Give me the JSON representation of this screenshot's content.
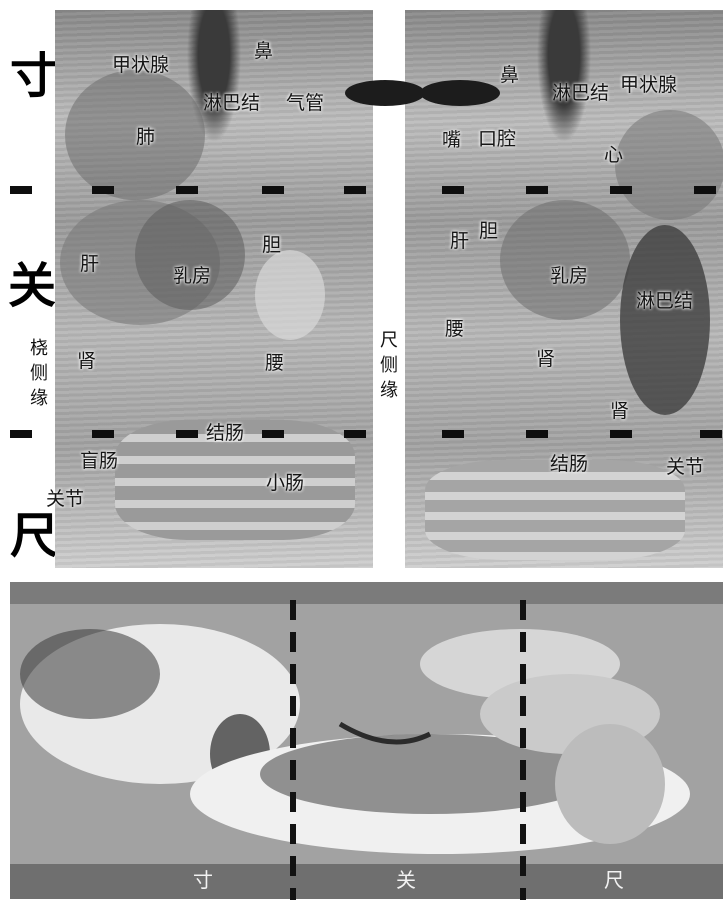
{
  "left_margin": {
    "cun": "寸",
    "guan": "关",
    "chi": "尺",
    "radial_side": "桡侧缘"
  },
  "center": {
    "ulnar_side": "尺侧缘"
  },
  "left_panel": {
    "labels": [
      "甲状腺",
      "鼻",
      "淋巴结",
      "气管",
      "肺",
      "胆",
      "肝",
      "乳房",
      "肾",
      "腰",
      "结肠",
      "盲肠",
      "小肠",
      "关节"
    ]
  },
  "right_panel": {
    "labels": [
      "鼻",
      "淋巴结",
      "甲状腺",
      "嘴",
      "口腔",
      "心",
      "肝",
      "胆",
      "乳房",
      "淋巴结",
      "腰",
      "肾",
      "肾",
      "结肠",
      "关节"
    ]
  },
  "bottom_panel": {
    "labels": [
      "寸",
      "关",
      "尺"
    ]
  }
}
